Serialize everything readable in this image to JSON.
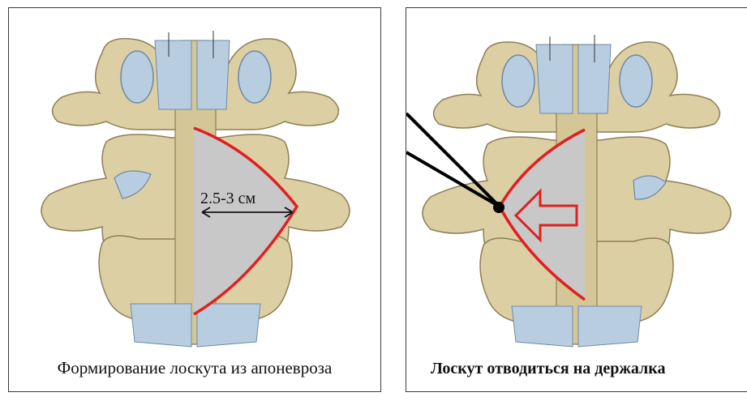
{
  "left_panel": {
    "measure_label": "2.5-3 см",
    "caption": "Формирование лоскута из апоневроза"
  },
  "right_panel": {
    "caption": "Лоскут отводиться на держалка"
  },
  "colors": {
    "bone": "#dccfa3",
    "bone_shadow": "#b7a777",
    "ligament": "#b9cde0",
    "aponeurosis_flap": "#c8c8c8",
    "incision_line": "#e02020",
    "arrow_outline": "#e02020",
    "retractor": "#000000"
  }
}
